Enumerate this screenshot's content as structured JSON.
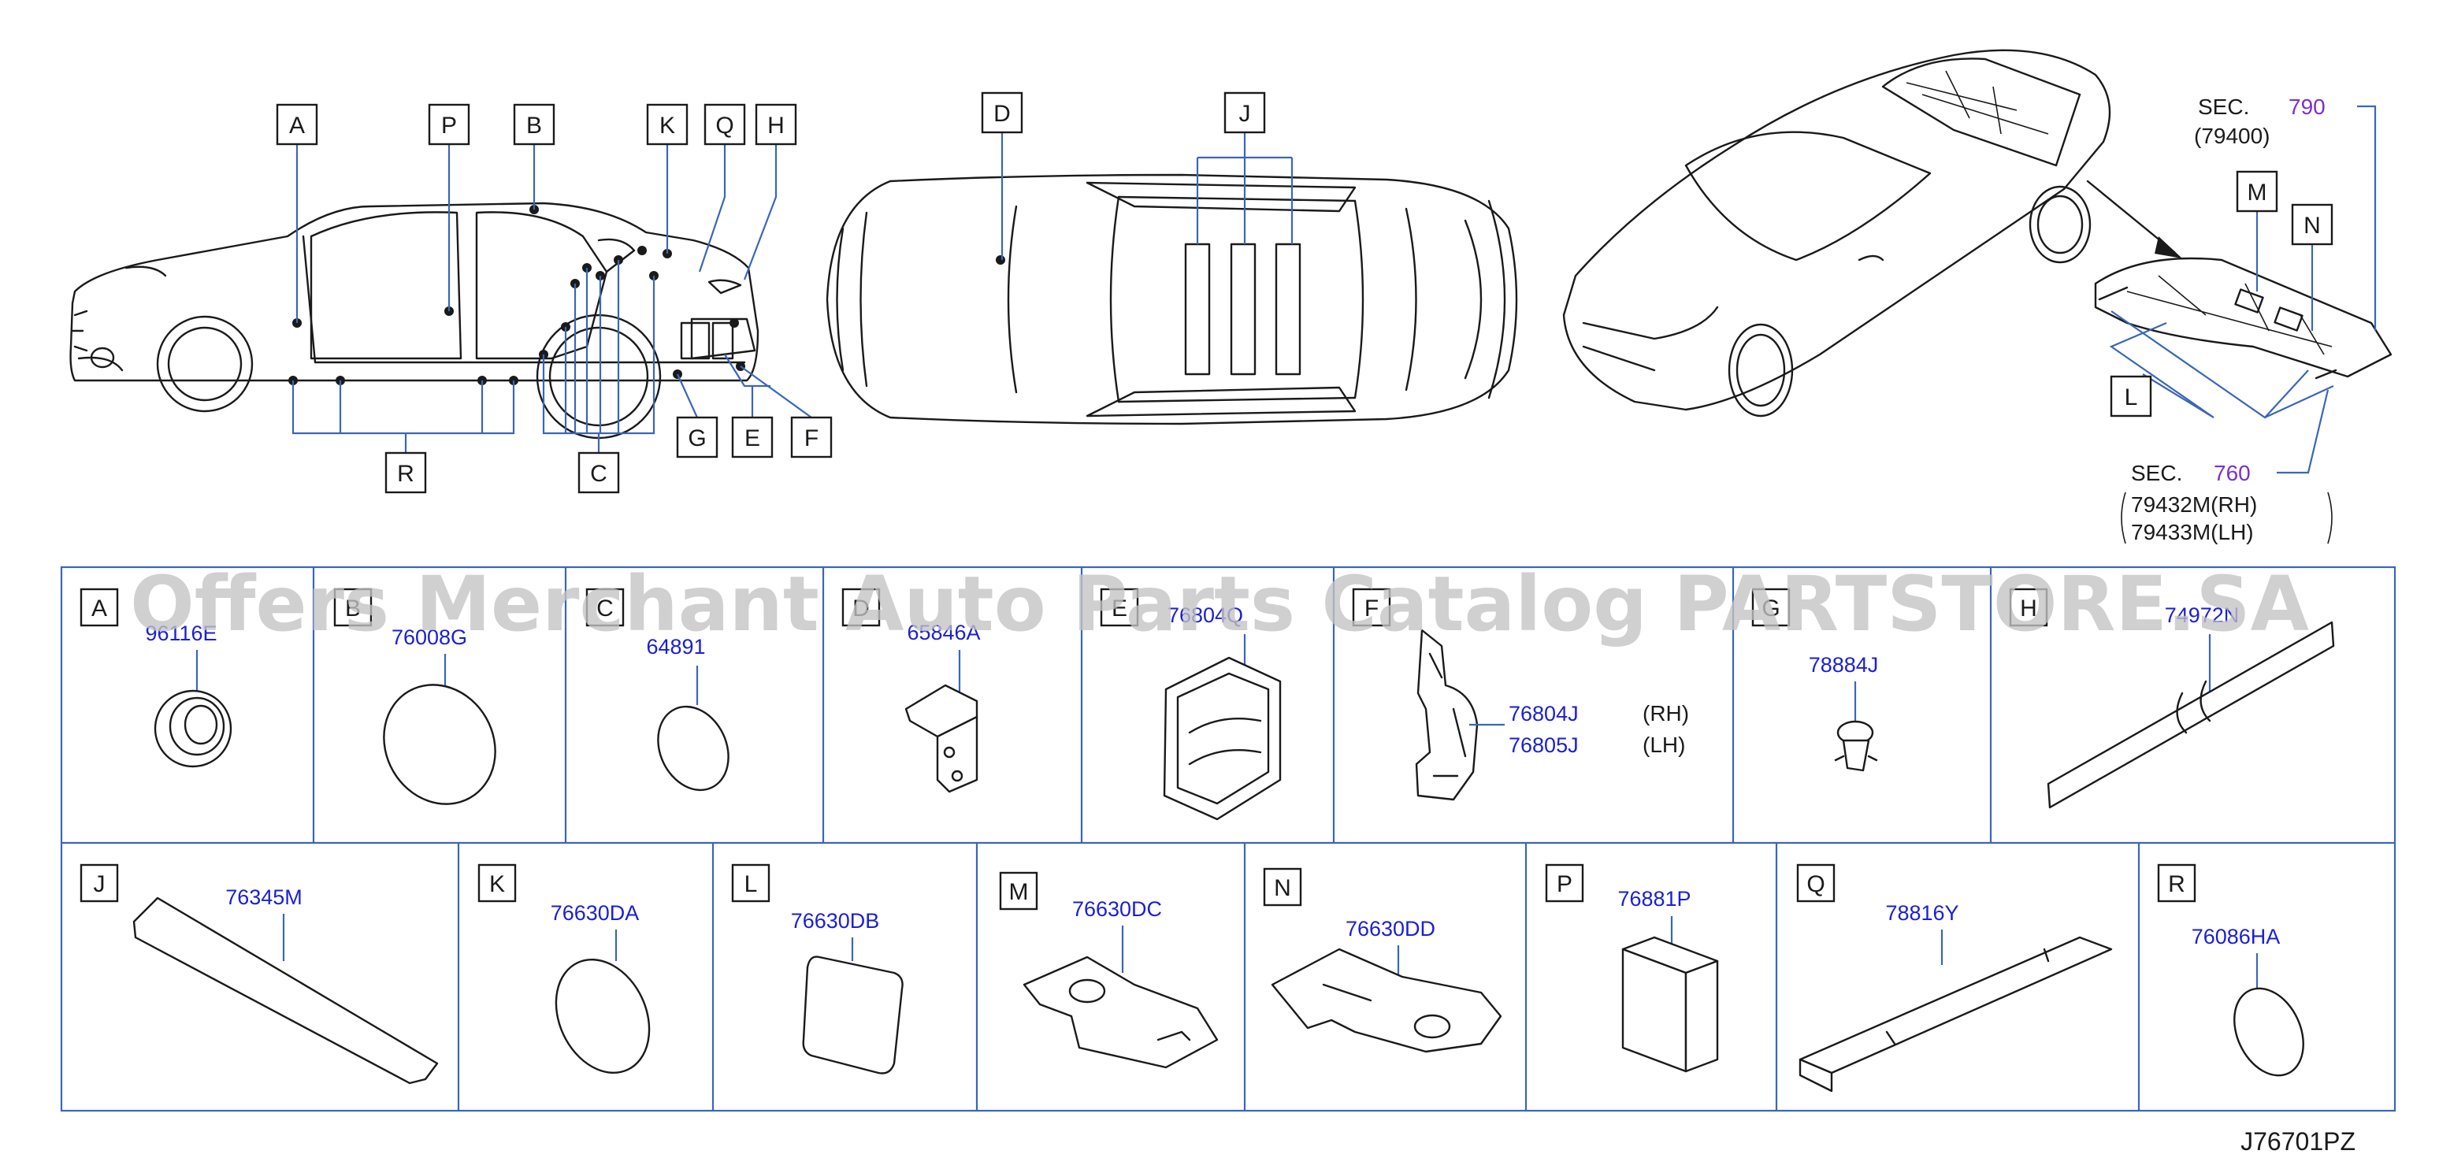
{
  "watermark": "Offers Merchant Auto Parts Catalog PARTSTORE.SA",
  "diagram_code": "J76701PZ",
  "colors": {
    "grid_line": "#3a66b8",
    "part_number_text": "#1a1fd6",
    "section_number_text": "#7a2fd0",
    "ink": "#1a1a1a",
    "watermark": "#c4c4c4"
  },
  "overview_callouts": {
    "side_view": [
      "A",
      "P",
      "B",
      "K",
      "Q",
      "H",
      "R",
      "C",
      "G",
      "E",
      "F"
    ],
    "top_view": [
      "D",
      "J"
    ],
    "rear_view": [
      "M",
      "N",
      "L"
    ]
  },
  "section_refs": [
    {
      "sec_label": "SEC.",
      "sec_number": "790",
      "parts": [
        "(79400)"
      ]
    },
    {
      "sec_label": "SEC.",
      "sec_number": "760",
      "parts": [
        "79432M(RH)",
        "79433M(LH)"
      ]
    }
  ],
  "parts_row1": [
    {
      "letter": "A",
      "part_numbers": [
        "96116E"
      ],
      "icon": "grommet-icon"
    },
    {
      "letter": "B",
      "part_numbers": [
        "76008G"
      ],
      "icon": "oval-plug-icon"
    },
    {
      "letter": "C",
      "part_numbers": [
        "64891"
      ],
      "icon": "round-plug-icon"
    },
    {
      "letter": "D",
      "part_numbers": [
        "65846A"
      ],
      "icon": "bracket-icon"
    },
    {
      "letter": "E",
      "part_numbers": [
        "76804Q"
      ],
      "icon": "vent-icon"
    },
    {
      "letter": "F",
      "part_numbers": [
        "76804J",
        "76805J"
      ],
      "sides": [
        "(RH)",
        "(LH)"
      ],
      "icon": "duct-bracket-icon"
    },
    {
      "letter": "G",
      "part_numbers": [
        "78884J"
      ],
      "icon": "clip-icon"
    },
    {
      "letter": "H",
      "part_numbers": [
        "74972N"
      ],
      "icon": "strip-icon"
    }
  ],
  "parts_row2": [
    {
      "letter": "J",
      "part_numbers": [
        "76345M"
      ],
      "icon": "long-strip-icon"
    },
    {
      "letter": "K",
      "part_numbers": [
        "76630DA"
      ],
      "icon": "round-seal-icon"
    },
    {
      "letter": "L",
      "part_numbers": [
        "76630DB"
      ],
      "icon": "square-seal-icon"
    },
    {
      "letter": "M",
      "part_numbers": [
        "76630DC"
      ],
      "icon": "plate-icon"
    },
    {
      "letter": "N",
      "part_numbers": [
        "76630DD"
      ],
      "icon": "plate-icon"
    },
    {
      "letter": "P",
      "part_numbers": [
        "76881P"
      ],
      "icon": "block-icon"
    },
    {
      "letter": "Q",
      "part_numbers": [
        "78816Y"
      ],
      "icon": "wedge-strip-icon"
    },
    {
      "letter": "R",
      "part_numbers": [
        "76086HA"
      ],
      "icon": "round-plug-icon"
    }
  ]
}
